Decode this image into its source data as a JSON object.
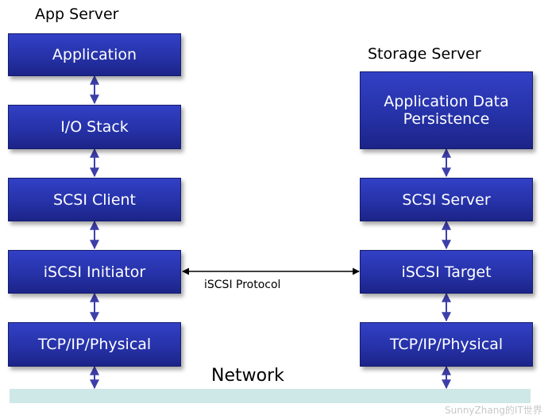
{
  "app_server": {
    "title": "App Server",
    "layers": [
      "Application",
      "I/O Stack",
      "SCSI Client",
      "iSCSI Initiator",
      "TCP/IP/Physical"
    ]
  },
  "storage_server": {
    "title": "Storage Server",
    "persistence_line1": "Application Data",
    "persistence_line2": "Persistence",
    "layers": [
      "SCSI Server",
      "iSCSI Target",
      "TCP/IP/Physical"
    ]
  },
  "protocol_label": "iSCSI Protocol",
  "network_label": "Network",
  "watermark": "SunnyZhang的IT世界",
  "colors": {
    "box_fill": "#2632a8",
    "box_border": "#151c6e",
    "arrow": "#3d3fa8",
    "network_bar": "#cde8e6"
  }
}
